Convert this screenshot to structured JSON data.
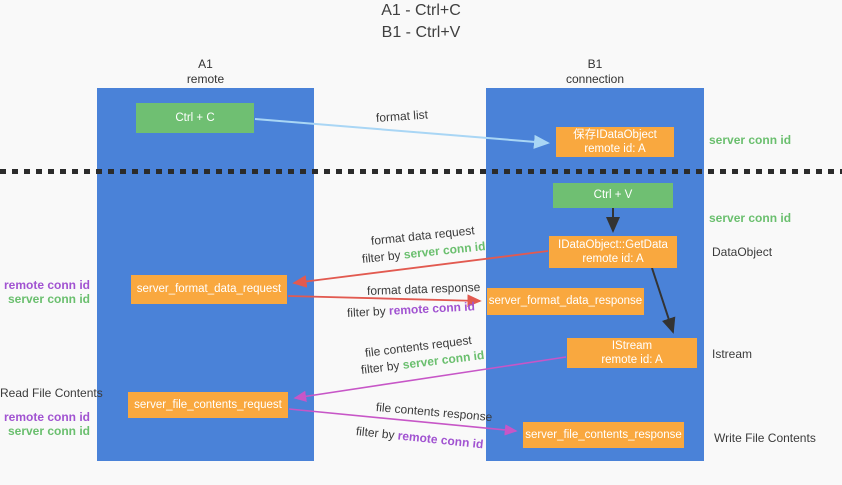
{
  "title": {
    "line1": "A1 - Ctrl+C",
    "line2": "B1 - Ctrl+V"
  },
  "columns": {
    "a1": {
      "title": "A1",
      "subtitle": "remote"
    },
    "b1": {
      "title": "B1",
      "subtitle": "connection"
    }
  },
  "nodes": {
    "ctrl_c": {
      "label": "Ctrl + C"
    },
    "ctrl_v": {
      "label": "Ctrl + V"
    },
    "save_idataobject": {
      "line1": "保存IDataObject",
      "line2": "remote id: A"
    },
    "idataobject_getdata": {
      "line1": "IDataObject::GetData",
      "line2": "remote id: A"
    },
    "istream": {
      "line1": "IStream",
      "line2": "remote id: A"
    },
    "server_format_data_request": {
      "label": "server_format_data_request"
    },
    "server_format_data_response": {
      "label": "server_format_data_response"
    },
    "server_file_contents_request": {
      "label": "server_file_contents_request"
    },
    "server_file_contents_response": {
      "label": "server_file_contents_response"
    }
  },
  "flow_labels": {
    "format_list": "format list",
    "format_data_request": "format data request",
    "format_data_response": "format data response",
    "file_contents_request": "file contents request",
    "file_contents_response": "file contents response",
    "filter_by": "filter by ",
    "server_conn_id": "server conn id",
    "remote_conn_id": "remote conn id"
  },
  "side_labels": {
    "left": {
      "remote_conn_id": "remote conn id",
      "server_conn_id": "server conn id",
      "read_file_contents": "Read File Contents",
      "remote_conn_id_2": "remote conn id",
      "server_conn_id_2": "server conn id"
    },
    "right": {
      "server_conn_id_top": "server conn id",
      "server_conn_id_mid": "server conn id",
      "dataobject": "DataObject",
      "istream": "Istream",
      "write_file_contents": "Write File Contents"
    }
  },
  "colors": {
    "column_blue": "#4a82d8",
    "action_green": "#6fbf72",
    "node_orange": "#f9a83f",
    "server_conn_green": "#6abf6e",
    "remote_conn_purple": "#a153d1",
    "request_red": "#e25a50",
    "file_magenta": "#c756c7",
    "format_list_blue": "#a9d6f5",
    "arrow_black": "#333333",
    "background": "#f9f9f9"
  }
}
